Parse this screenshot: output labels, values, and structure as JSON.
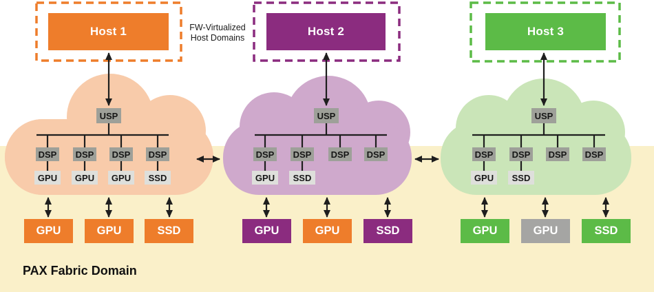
{
  "colors": {
    "orange": "#EE7D2B",
    "purple": "#8B2C7F",
    "green": "#5CBB47",
    "node_gray": "#9EA099",
    "node_light": "#DEDFDB",
    "device_gray": "#A5A5A3",
    "cloud_orange": "#F8CBAA",
    "cloud_purple": "#CFA9CC",
    "cloud_green": "#CAE5B8",
    "fabric_bg": "#FAF0C9",
    "line": "#1E1E1E"
  },
  "annotation": {
    "line1": "FW-Virtualized",
    "line2": "Host Domains"
  },
  "fabric": {
    "label": "PAX Fabric Domain"
  },
  "domains": [
    {
      "host_label": "Host 1",
      "host_color": "#EE7D2B",
      "cloud_color": "#F8CBAA",
      "usp_label": "USP",
      "dsp_labels": [
        "DSP",
        "DSP",
        "DSP",
        "DSP"
      ],
      "dsp_children": [
        "GPU",
        "GPU",
        "GPU",
        "SSD"
      ],
      "fabric_devices": [
        {
          "label": "GPU",
          "color": "#EE7D2B"
        },
        {
          "label": "GPU",
          "color": "#EE7D2B"
        },
        {
          "label": "SSD",
          "color": "#EE7D2B"
        }
      ]
    },
    {
      "host_label": "Host 2",
      "host_color": "#8B2C7F",
      "cloud_color": "#CFA9CC",
      "usp_label": "USP",
      "dsp_labels": [
        "DSP",
        "DSP",
        "DSP",
        "DSP"
      ],
      "dsp_children": [
        "GPU",
        "SSD"
      ],
      "fabric_devices": [
        {
          "label": "GPU",
          "color": "#8B2C7F"
        },
        {
          "label": "GPU",
          "color": "#EE7D2B"
        },
        {
          "label": "SSD",
          "color": "#8B2C7F"
        }
      ]
    },
    {
      "host_label": "Host 3",
      "host_color": "#5CBB47",
      "cloud_color": "#CAE5B8",
      "usp_label": "USP",
      "dsp_labels": [
        "DSP",
        "DSP",
        "DSP",
        "DSP"
      ],
      "dsp_children": [
        "GPU",
        "SSD"
      ],
      "fabric_devices": [
        {
          "label": "GPU",
          "color": "#5CBB47"
        },
        {
          "label": "GPU",
          "color": "#A5A5A3"
        },
        {
          "label": "SSD",
          "color": "#5CBB47"
        }
      ]
    }
  ]
}
